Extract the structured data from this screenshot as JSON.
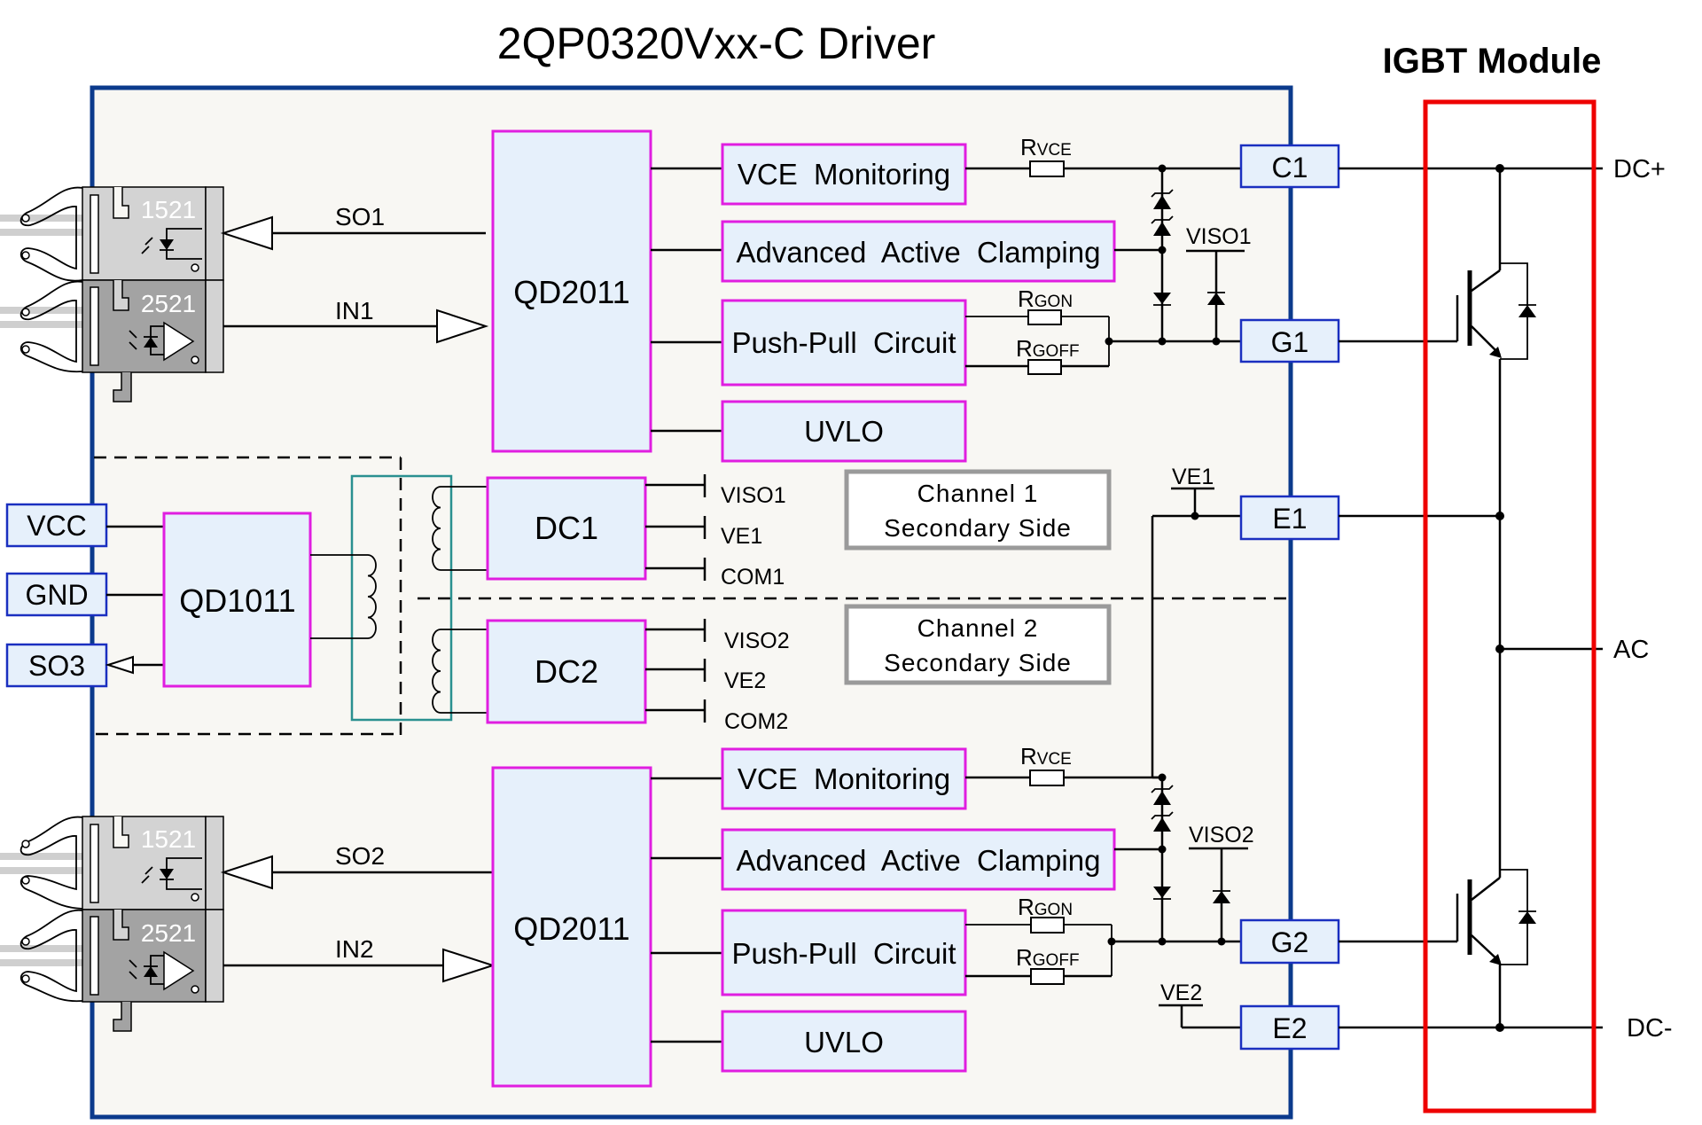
{
  "title": "2QP0320Vxx-C Driver",
  "igbt_module": {
    "title": "IGBT Module",
    "rails": {
      "top": "DC+",
      "mid": "AC",
      "bottom": "DC-"
    }
  },
  "colors": {
    "driver_border": "#0b3a8c",
    "driver_fill": "#f8f7f3",
    "block_border": "#e01ee0",
    "block_fill": "#e6f0fb",
    "pin_border": "#1a2fc0",
    "igbt_border": "#ee0000",
    "transformer_border": "#2a9090",
    "channel_box_border": "#9a9a9a"
  },
  "primary": {
    "pins": [
      "VCC",
      "GND",
      "SO3"
    ],
    "controller": "QD1011",
    "dcdc": [
      "DC1",
      "DC2"
    ],
    "dc1_outputs": [
      "VISO1",
      "VE1",
      "COM1"
    ],
    "dc2_outputs": [
      "VISO2",
      "VE2",
      "COM2"
    ]
  },
  "channel_boxes": [
    {
      "line1": "Channel 1",
      "line2": "Secondary  Side"
    },
    {
      "line1": "Channel 2",
      "line2": "Secondary  Side"
    }
  ],
  "channels": [
    {
      "opto_out": "1521",
      "opto_in": "2521",
      "status_signal": "SO1",
      "input_signal": "IN1",
      "driver_ic": "QD2011",
      "blocks": [
        "VCE  Monitoring",
        "Advanced  Active  Clamping",
        "Push-Pull  Circuit",
        "UVLO"
      ],
      "resistors": {
        "rvce": [
          "R",
          "VCE"
        ],
        "rgon": [
          "R",
          "GON"
        ],
        "rgoff": [
          "R",
          "GOFF"
        ]
      },
      "viso": "VISO1",
      "ve": "VE1",
      "pins": {
        "c": "C1",
        "g": "G1",
        "e": "E1"
      }
    },
    {
      "opto_out": "1521",
      "opto_in": "2521",
      "status_signal": "SO2",
      "input_signal": "IN2",
      "driver_ic": "QD2011",
      "blocks": [
        "VCE  Monitoring",
        "Advanced  Active  Clamping",
        "Push-Pull  Circuit",
        "UVLO"
      ],
      "resistors": {
        "rvce": [
          "R",
          "VCE"
        ],
        "rgon": [
          "R",
          "GON"
        ],
        "rgoff": [
          "R",
          "GOFF"
        ]
      },
      "viso": "VISO2",
      "ve": "VE2",
      "pins": {
        "g": "G2",
        "e": "E2"
      }
    }
  ]
}
